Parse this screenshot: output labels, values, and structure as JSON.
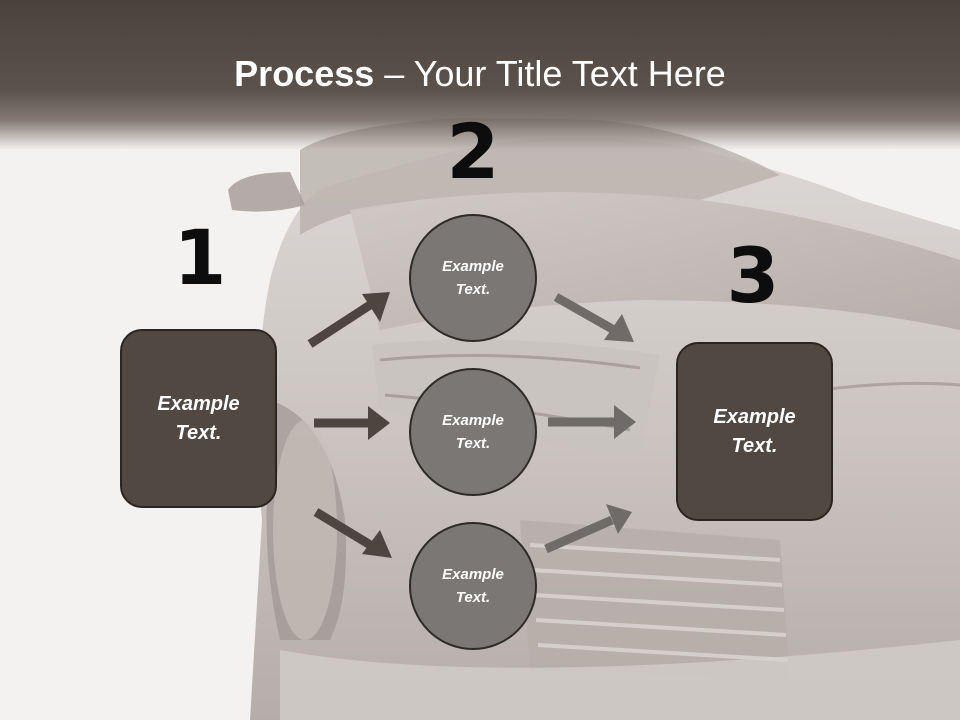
{
  "title": {
    "bold": "Process",
    "rest": " – Your Title Text Here"
  },
  "steps": {
    "one": "1",
    "two": "2",
    "three": "3"
  },
  "start_box": {
    "label": "Example Text."
  },
  "end_box": {
    "label": "Example Text."
  },
  "circles": [
    {
      "label": "Example Text."
    },
    {
      "label": "Example Text."
    },
    {
      "label": "Example Text."
    }
  ],
  "colors": {
    "title_bar": "#4a423d",
    "box_fill": "#514842",
    "circle_fill": "#7a7774",
    "arrow_dark": "#4d4540",
    "arrow_gray": "#6e6b69"
  }
}
